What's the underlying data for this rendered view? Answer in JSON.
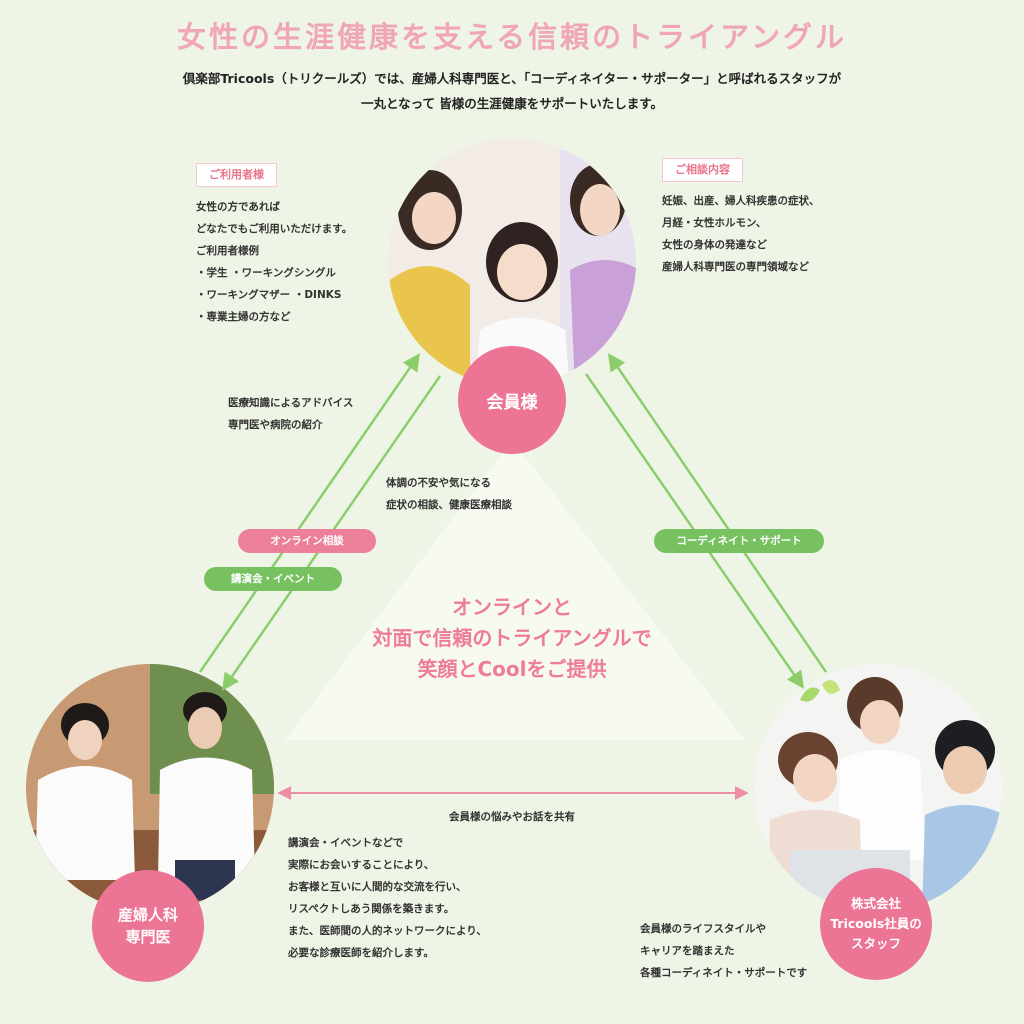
{
  "title": "女性の生涯健康を支える信頼のトライアングル",
  "intro": [
    "倶楽部Tricools（トリクールズ）では、産婦人科専門医と、「コーディネイター・サポーター」と呼ばれるスタッフが",
    "一丸となって 皆様の生涯健康をサポートいたします。"
  ],
  "user_block": {
    "tag": "ご利用者様",
    "lines": [
      "女性の方であれば",
      "どなたでもご利用いただけます。",
      "ご利用者様例",
      "・学生 ・ワーキングシングル",
      "・ワーキングマザー ・DINKS",
      "・専業主婦の方など"
    ]
  },
  "consult_block": {
    "tag": "ご相談内容",
    "lines": [
      "妊娠、出産、婦人科疾患の症状、",
      "月経・女性ホルモン、",
      "女性の身体の発達など",
      "産婦人科専門医の専門領域など"
    ]
  },
  "nodes": {
    "member": "会員様",
    "doctor": [
      "産婦人科",
      "専門医"
    ],
    "staff": [
      "株式会社",
      "Tricools社員の",
      "スタッフ"
    ]
  },
  "left_arrow_text": [
    "医療知識によるアドバイス",
    "専門医や病院の紹介"
  ],
  "mid_text": [
    "体調の不安や気になる",
    "症状の相談、健康医療相談"
  ],
  "pills": {
    "online": "オンライン相談",
    "event": "講演会・イベント",
    "coordinate": "コーディネイト・サポート"
  },
  "center": [
    "オンラインと",
    "対面で信頼のトライアングルで",
    "笑顔とCoolをご提供"
  ],
  "bottom_arrow_text": "会員様の悩みやお話を共有",
  "doctor_text": [
    "講演会・イベントなどで",
    "実際にお会いすることにより、",
    "お客様と互いに人間的な交流を行い、",
    "リスペクトしあう関係を築きます。",
    "また、医師間の人的ネットワークにより、",
    "必要な診療医師を紹介します。"
  ],
  "staff_text": [
    "会員様のライフスタイルや",
    "キャリアを踏まえた",
    "各種コーディネイト・サポートです"
  ],
  "colors": {
    "background": "#eef5e6",
    "pink": "#ec7494",
    "green": "#78c160",
    "title_pink": "#f0a6b5"
  }
}
